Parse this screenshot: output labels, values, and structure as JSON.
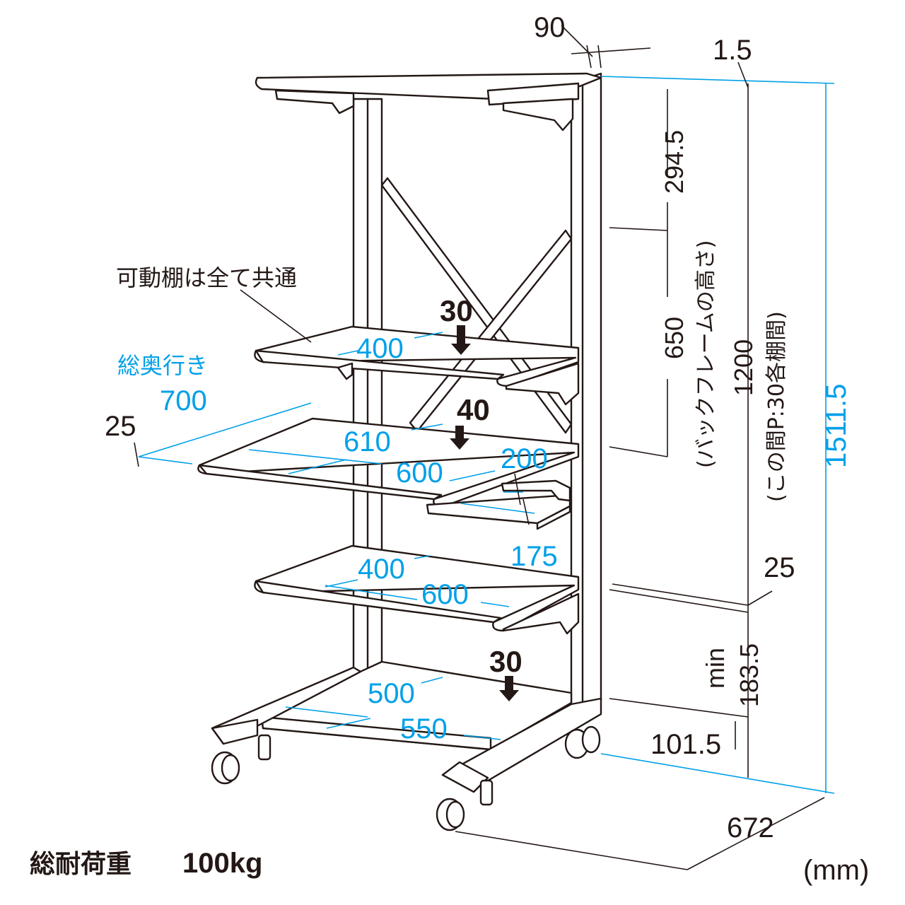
{
  "top": {
    "width_90": "90",
    "thickness_1_5": "1.5"
  },
  "right": {
    "h_294_5": "294.5",
    "h_650": "650",
    "back_frame_height": "(バックフレームの高さ)",
    "h_1200": "1200",
    "pitch_note": "(この間P:30各棚間)",
    "total_height": "1511.5",
    "h_25": "25",
    "min_label": "min",
    "h_183_5": "183.5",
    "h_101_5": "101.5",
    "depth_672": "672",
    "unit": "(mm)"
  },
  "shelves": {
    "common_note": "可動棚は全て共通",
    "load_top": "30",
    "load_middle": "40",
    "load_bottom": "30",
    "shelf1_depth": "400",
    "shelf2_depth": "610",
    "shelf2_width": "600",
    "slide_width": "200",
    "slide_depth": "175",
    "shelf3_depth": "400",
    "shelf3_width": "600",
    "base_depth": "500",
    "base_width": "550"
  },
  "left": {
    "total_depth_label": "総奥行き",
    "total_depth": "700",
    "overhang": "25"
  },
  "footer": {
    "total_load_label": "総耐荷重",
    "total_load_value": "100kg"
  },
  "colors": {
    "ink": "#231815",
    "dimension_cyan": "#00a0e9",
    "background": "#ffffff"
  }
}
